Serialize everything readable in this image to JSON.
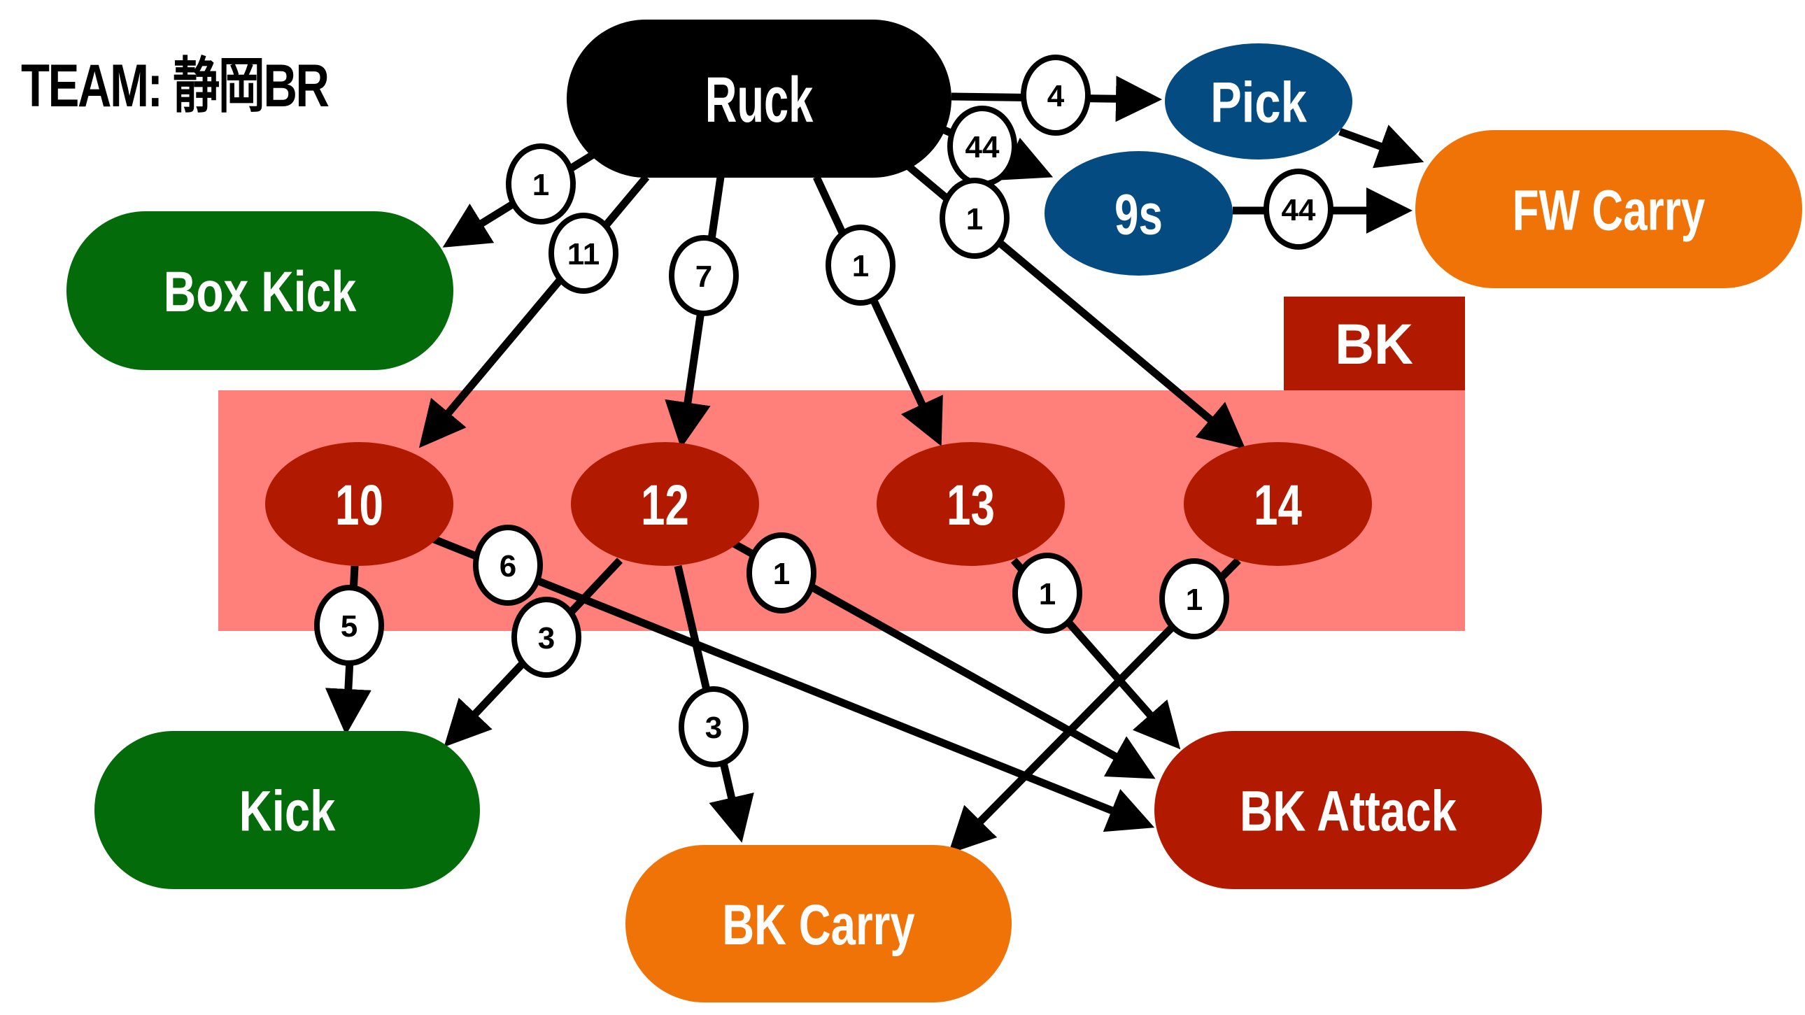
{
  "title": "TEAM: 静岡BR",
  "colors": {
    "ruck": "#000000",
    "blue": "#034b80",
    "orange": "#f07308",
    "green": "#046b0b",
    "darkred": "#b21a00",
    "pink": "#ff7f7a",
    "edge": "#000000"
  },
  "group": {
    "label": "BK"
  },
  "nodes": [
    {
      "id": "ruck",
      "label": "Ruck",
      "color": "ruck"
    },
    {
      "id": "pick",
      "label": "Pick",
      "color": "blue"
    },
    {
      "id": "nines",
      "label": "9s",
      "color": "blue"
    },
    {
      "id": "fwcarry",
      "label": "FW Carry",
      "color": "orange"
    },
    {
      "id": "boxkick",
      "label": "Box Kick",
      "color": "green"
    },
    {
      "id": "p10",
      "label": "10",
      "color": "darkred"
    },
    {
      "id": "p12",
      "label": "12",
      "color": "darkred"
    },
    {
      "id": "p13",
      "label": "13",
      "color": "darkred"
    },
    {
      "id": "p14",
      "label": "14",
      "color": "darkred"
    },
    {
      "id": "kick",
      "label": "Kick",
      "color": "green"
    },
    {
      "id": "bkcarry",
      "label": "BK Carry",
      "color": "orange"
    },
    {
      "id": "bkattack",
      "label": "BK Attack",
      "color": "darkred"
    }
  ],
  "edges": [
    {
      "from": "ruck",
      "to": "pick",
      "count": "4"
    },
    {
      "from": "ruck",
      "to": "nines",
      "count": "44"
    },
    {
      "from": "pick",
      "to": "fwcarry",
      "count": ""
    },
    {
      "from": "nines",
      "to": "fwcarry",
      "count": "44"
    },
    {
      "from": "ruck",
      "to": "boxkick",
      "count": "1"
    },
    {
      "from": "ruck",
      "to": "p10",
      "count": "11"
    },
    {
      "from": "ruck",
      "to": "p12",
      "count": "7"
    },
    {
      "from": "ruck",
      "to": "p13",
      "count": "1"
    },
    {
      "from": "ruck",
      "to": "p14",
      "count": "1"
    },
    {
      "from": "p10",
      "to": "kick",
      "count": "5"
    },
    {
      "from": "p10",
      "to": "bkattack",
      "count": "6"
    },
    {
      "from": "p12",
      "to": "kick",
      "count": "3"
    },
    {
      "from": "p12",
      "to": "bkcarry",
      "count": "3"
    },
    {
      "from": "p12",
      "to": "bkattack",
      "count": "1"
    },
    {
      "from": "p13",
      "to": "bkattack",
      "count": "1"
    },
    {
      "from": "p14",
      "to": "bkcarry",
      "count": "1"
    }
  ]
}
